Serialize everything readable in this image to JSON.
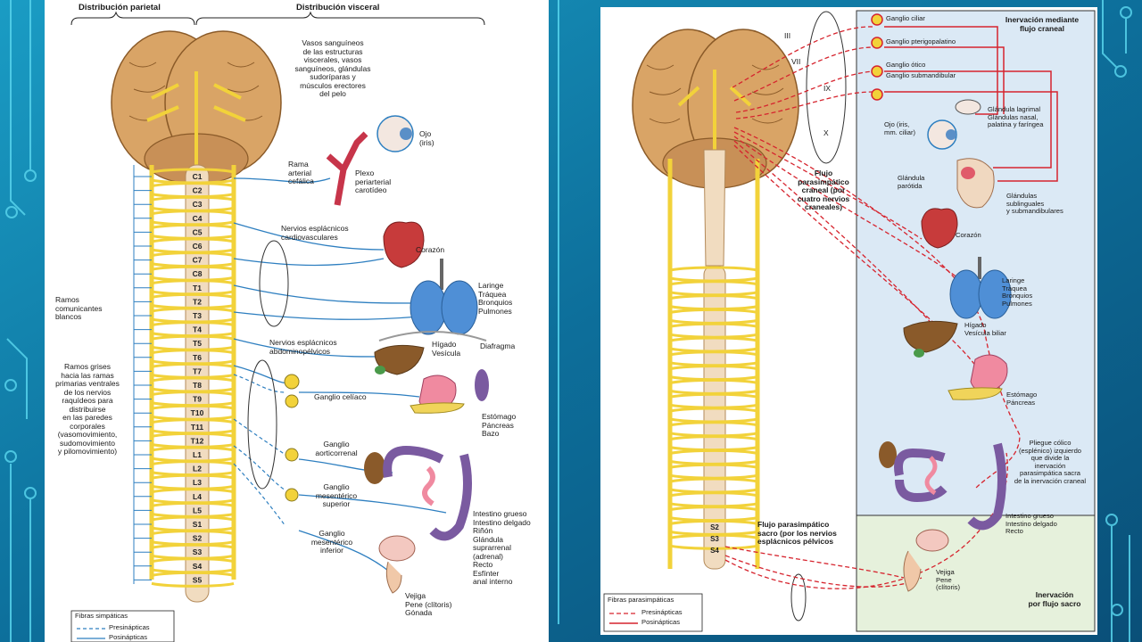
{
  "colors": {
    "background": "#0f6f9a",
    "nerve_yellow": "#f2d23a",
    "brain_tan": "#d9a466",
    "sympathetic_blue": "#2e7fc0",
    "parasympathetic_red": "#d6242e",
    "cranial_region_bg": "#dbe9f5",
    "sacral_region_bg": "#e6f1dc"
  },
  "left": {
    "header_parietal": "Distribución parietal",
    "header_visceral": "Distribución visceral",
    "vasos": "Vasos sanguíneos\nde las estructuras\nviscerales, vasos\nsanguíneos, glándulas\nsudoríparas y\nmúsculos erectores\ndel pelo",
    "ojo": "Ojo\n(iris)",
    "rama": "Rama\narterial\ncefálica",
    "plexo": "Plexo\nperiarterial\ncarotídeo",
    "nervios_cardio": "Nervios esplácnicos\ncardiovasculares",
    "corazon": "Corazón",
    "laringe": "Laringe\nTráquea\nBronquios\nPulmones",
    "ramos_blancos": "Ramos\ncomunicantes\nblancos",
    "nervios_abdomino": "Nervios esplácnicos\nabdominopélvicos",
    "higado": "Hígado\nVesícula",
    "diafragma": "Diafragma",
    "ramos_grises": "Ramos grises\nhacia las ramas\nprimarias ventrales\nde los nervios\nraquídeos para\ndistribuirse\nen las paredes\ncorporales\n(vasomovimiento,\nsudomovimiento\ny pilomovimiento)",
    "ganglio_celiaco": "Ganglio celíaco",
    "estomago": "Estómago\nPáncreas\nBazo",
    "ganglio_aortico": "Ganglio\naorticorrenal",
    "ganglio_mes_sup": "Ganglio\nmesentérico\nsuperior",
    "ganglio_mes_inf": "Ganglio\nmesentérico\ninferior",
    "intestino": "Intestino grueso\nIntestino delgado\nRiñón\nGlándula\nsuprarrenal\n(adrenal)\nRecto\nEsfínter\nanal interno",
    "vejiga": "Vejiga\nPene (clítoris)\nGónada",
    "legend_title": "Fibras simpáticas",
    "legend_pre": "Presinápticas",
    "legend_post": "Posinápticas",
    "segments": [
      "C1",
      "C2",
      "C3",
      "C4",
      "C5",
      "C6",
      "C7",
      "C8",
      "T1",
      "T2",
      "T3",
      "T4",
      "T5",
      "T6",
      "T7",
      "T8",
      "T9",
      "T10",
      "T11",
      "T12",
      "L1",
      "L2",
      "L3",
      "L4",
      "L5",
      "S1",
      "S2",
      "S3",
      "S4",
      "S5"
    ]
  },
  "right": {
    "cranial_nerves": [
      "III",
      "VII",
      "IX",
      "X"
    ],
    "ganglio_ciliar": "Ganglio ciliar",
    "ganglio_pterigo": "Ganglio pterigopalatino",
    "ganglio_otico": "Ganglio ótico",
    "ganglio_submand": "Ganglio submandibular",
    "inervacion_craneal": "Inervación mediante\nflujo craneal",
    "glandula_lagrimal": "Glándula lagrimal\nGlándulas nasal,\npalatina y faríngea",
    "ojo": "Ojo (iris,\nmm. ciliar)",
    "flujo_craneal": "Flujo\nparasimpático\ncraneal (por\ncuatro nervios\ncraneales)",
    "glandula_parotida": "Glándula\nparótida",
    "glandulas_sub": "Glándulas\nsublinguales\ny submandibulares",
    "corazon": "Corazón",
    "laringe": "Laringe\nTráquea\nBronquios\nPulmones",
    "higado": "Hígado\nVesícula biliar",
    "estomago": "Estómago\nPáncreas",
    "pliegue": "Pliegue cólico\n(esplénico) izquierdo\nque divide la\ninervación\nparasimpática sacra\nde la inervación craneal",
    "intestino": "Intestino grueso\nIntestino delgado\nRecto",
    "flujo_sacro": "Flujo parasimpático\nsacro (por los nervios\nesplácnicos pélvicos",
    "sacral_segments": [
      "S2",
      "S3",
      "S4"
    ],
    "vejiga": "Vejiga\nPene\n(clítoris)",
    "inervacion_sacra": "Inervación\npor flujo sacro",
    "legend_title": "Fibras parasimpáticas",
    "legend_pre": "Presinápticas",
    "legend_post": "Posinápticas"
  }
}
